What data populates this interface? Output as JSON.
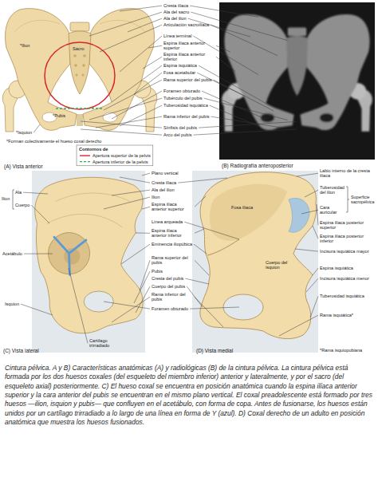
{
  "diagram": {
    "caption": "Cintura pélvica. A y B) Características anatómicas (A) y radiológicas (B) de la cintura pélvica. La cintura pélvica está formada por los dos huesos coxales (del esqueleto del miembro inferior) anterior y lateralmente, y por el sacro (del esqueleto axial) posteriormente. C) El hueso coxal se encuentra en posición anatómica cuando la espina ilíaca anterior superior y la cara anterior del pubis se encuentran en el mismo plano vertical. El coxal preadolescente está formado por tres huesos —ilion, isquion y pubis— que confluyen en el acetábulo, con forma de copa. Antes de fusionarse, los huesos están unidos por un cartílago trirradiado a lo largo de una línea en forma de Y (azul). D) Coxal derecho de un adulto en posición anatómica que muestra los huesos fusionados.",
    "labels": [
      "*Ilion",
      "Sacro",
      "*Pubis",
      "*Isquion",
      "*Forman colectivamente el hueso coxal derecho",
      "Contornos de",
      "(A) Vista anterior",
      "(B) Radiografía anteroposterior",
      "Cresta ilíaca",
      "Ala del sacro",
      "Ala del ilion",
      "Articulación sacroilíaca",
      "Línea terminal",
      "Espina ilíaca anterior superior",
      "Espina ilíaca anterior inferior",
      "Espina isquiática",
      "Fosa acetabular",
      "Rama superior del pubis",
      "Foramen obturado",
      "Tubérculo del pubis",
      "Tuberosidad isquiática",
      "Rama inferior del pubis",
      "Sínfisis del pubis",
      "Arco del pubis",
      "Ilion",
      "Ala",
      "Cuerpo",
      "Acetábulo",
      "Isquion",
      "Cartílago trirradiado",
      "(C) Vista lateral",
      "Plano vertical",
      "Cresta ilíaca",
      "Ala del ilion",
      "Ilion",
      "Espina ilíaca anterior superior",
      "Línea arqueada",
      "Espina ilíaca anterior inferior",
      "Eminencia iliopúbica",
      "Rama superior del pubis",
      "Pubis",
      "Cresta del pubis",
      "Cuerpo del pubis",
      "Rama inferior del pubis",
      "Foramen obturado",
      "(D) Vista medial",
      "Fosa ilíaca",
      "Cuerpo del isquion",
      "Labio interno de la cresta ilíaca",
      "Tuberosidad del ilion",
      "Superficie sacropélvica",
      "Cara auricular",
      "Espina ilíaca posterior superior",
      "Espina ilíaca posterior inferior",
      "Incisura isquiática mayor",
      "Espina isquiática",
      "Incisura isquiática menor",
      "Tuberosidad isquiática",
      "Rama isquiática*",
      "*Rama isquiopubiana"
    ],
    "legend": [
      {
        "text": "Apertura superior de la pelvis"
      },
      {
        "text": "Apertura inferior de la pelvis"
      }
    ]
  }
}
